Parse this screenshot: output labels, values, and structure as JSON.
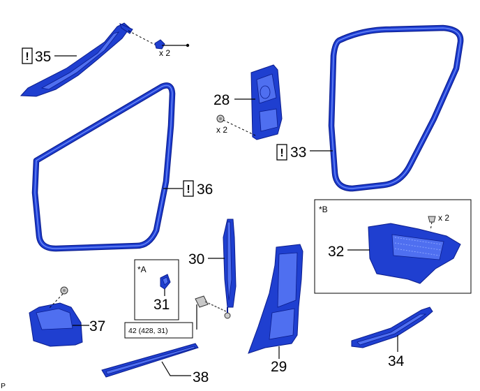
{
  "callouts": {
    "p35": "35",
    "p28": "28",
    "p33": "33",
    "p36": "36",
    "p30": "30",
    "p32": "32",
    "p31": "31",
    "p37": "37",
    "p38": "38",
    "p29": "29",
    "p34": "34"
  },
  "quantities": {
    "q35": "x 2",
    "q28": "x 2",
    "q32": "x 2"
  },
  "warning_mark": "!",
  "views": {
    "view_a": "*A",
    "view_b": "*B"
  },
  "torque_spec": "42 (428, 31)",
  "corner_code": "P",
  "colors": {
    "part_fill": "#1f3fd0",
    "part_outline": "#0a1c8c",
    "highlight": "#4f6ff0"
  }
}
